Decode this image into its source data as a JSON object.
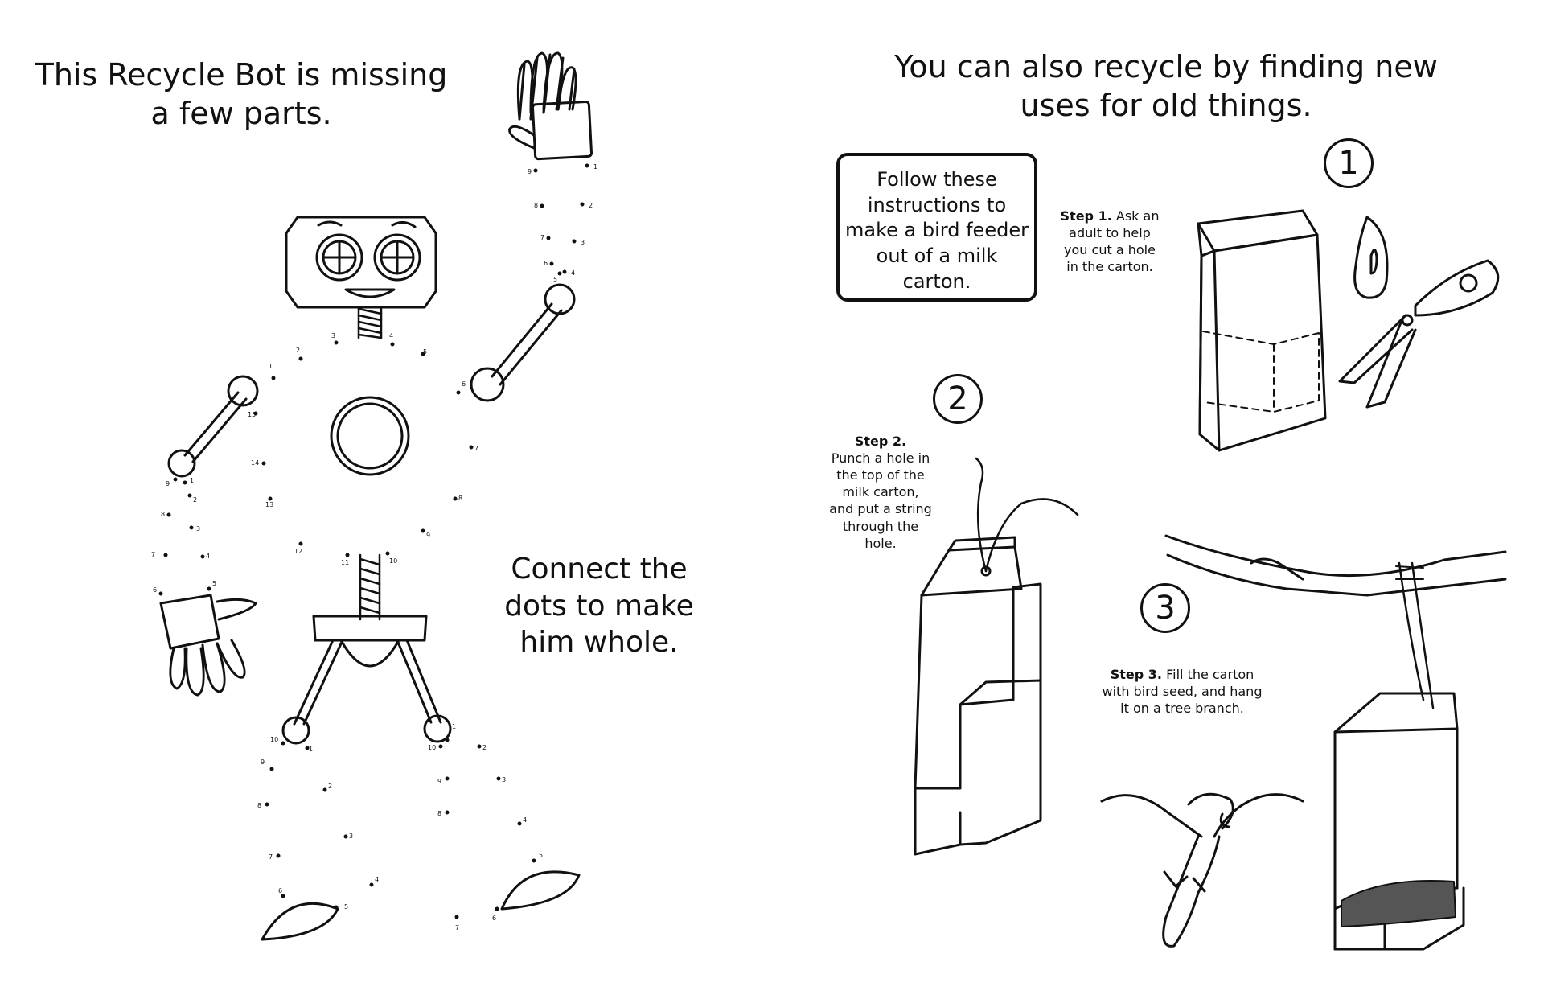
{
  "left_page": {
    "title": "This Recycle Bot is missing a few parts.",
    "instruction": "Connect the dots to make him whole.",
    "dot_labels": {
      "right_hand": [
        "9",
        "1",
        "8",
        "2",
        "7",
        "3",
        "6",
        "4",
        "5"
      ],
      "body": [
        "1",
        "2",
        "3",
        "4",
        "5",
        "6",
        "7",
        "8",
        "9",
        "10",
        "11",
        "12",
        "13",
        "14",
        "15"
      ],
      "left_hand": [
        "9",
        "1",
        "2",
        "8",
        "3",
        "7",
        "4",
        "6",
        "5"
      ],
      "left_leg": [
        "10",
        "1",
        "9",
        "2",
        "8",
        "3",
        "7",
        "4",
        "6",
        "5"
      ],
      "right_leg": [
        "1",
        "10",
        "2",
        "9",
        "3",
        "8",
        "4",
        "5",
        "6",
        "7"
      ]
    }
  },
  "right_page": {
    "title": "You can also recycle by finding new uses for old things.",
    "box_text": "Follow these instructions to make a bird feeder out of a milk carton.",
    "steps": [
      {
        "number": "1",
        "label": "Step 1.",
        "text": "Ask an adult to help you cut a hole in the carton."
      },
      {
        "number": "2",
        "label": "Step 2.",
        "text": "Punch a hole in the top of the milk carton, and put a string through the hole."
      },
      {
        "number": "3",
        "label": "Step 3.",
        "text": "Fill the carton with bird seed, and hang it on a tree branch."
      }
    ]
  }
}
